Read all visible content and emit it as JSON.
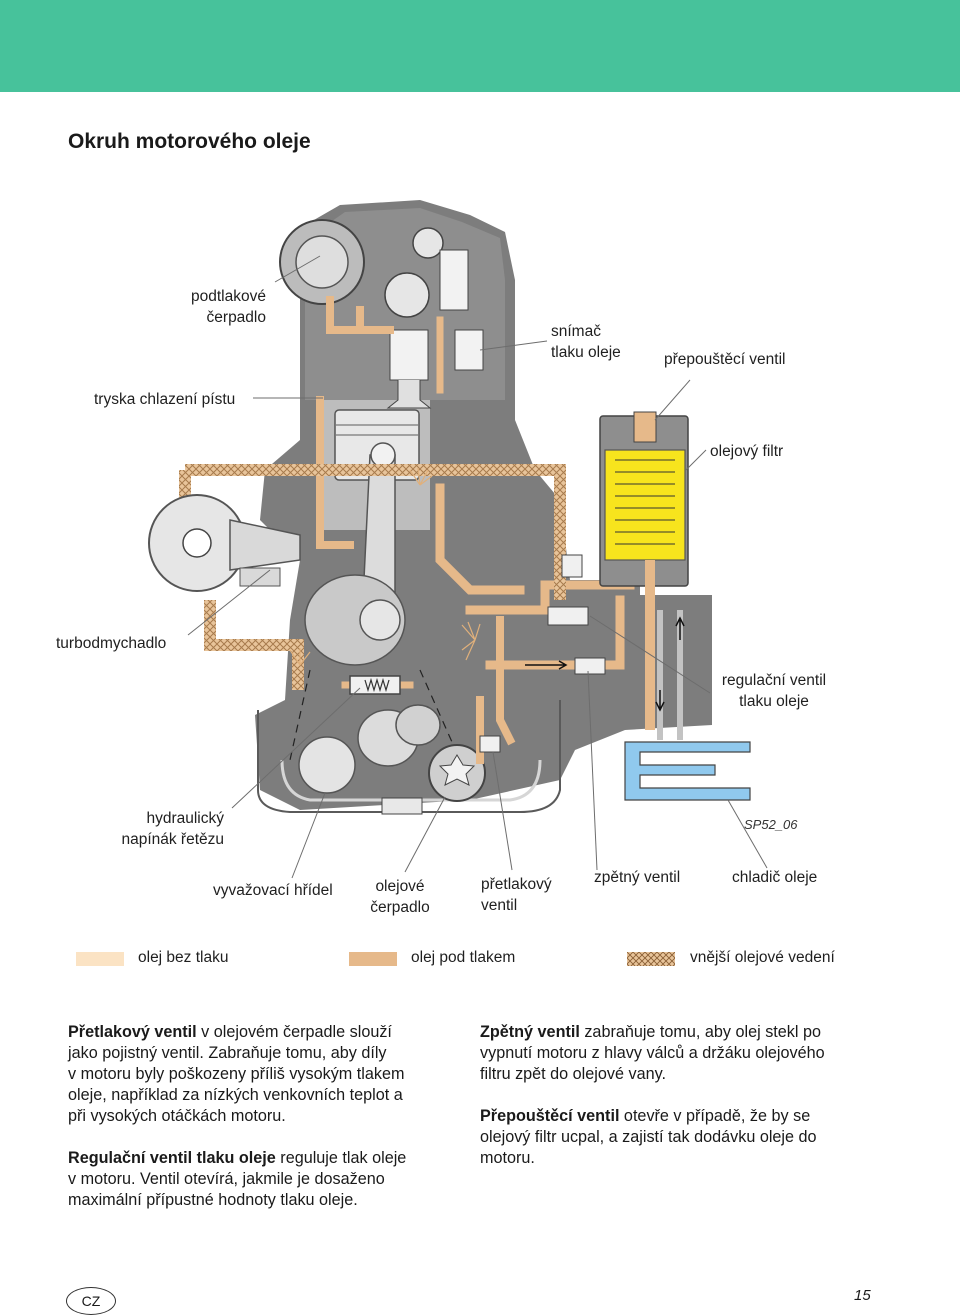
{
  "page": {
    "title": "Okruh motorového oleje",
    "figure_code": "SP52_06",
    "language_badge": "CZ",
    "page_number": "15",
    "accent_color": "#47c29b"
  },
  "labels": {
    "vacuum_pump": [
      "podtlakové",
      "čerpadlo"
    ],
    "oil_pressure_sensor": [
      "snímač",
      "tlaku oleje"
    ],
    "bypass_valve": "přepouštěcí ventil",
    "piston_cooling_jet": "tryska chlazení pístu",
    "oil_filter": "olejový filtr",
    "turbocharger": "turbodmychadlo",
    "oil_pressure_regulator": [
      "regulační ventil",
      "tlaku oleje"
    ],
    "chain_tensioner": [
      "hydraulický",
      "napínák řetězu"
    ],
    "balance_shaft": "vyvažovací hřídel",
    "oil_pump": [
      "olejové",
      "čerpadlo"
    ],
    "pressure_relief_valve": [
      "přetlakový",
      "ventil"
    ],
    "check_valve": "zpětný ventil",
    "oil_cooler": "chladič oleje"
  },
  "legend": {
    "unpressurized": {
      "label": "olej bez tlaku",
      "color": "#fbe3c4"
    },
    "pressurized": {
      "label": "olej pod tlakem",
      "color": "#e6b98a"
    },
    "external_line": {
      "label": "vnější olejové vedení"
    }
  },
  "text": {
    "p1_bold": "Přetlakový ventil",
    "p1_l1": " v olejovém čerpadle slouží",
    "p1_l2": "jako pojistný ventil. Zabraňuje tomu, aby díly",
    "p1_l3": "v motoru byly poškozeny příliš vysokým tlakem",
    "p1_l4": "oleje, například za nízkých venkovních teplot a",
    "p1_l5": "při vysokých otáčkách motoru.",
    "p2_bold": "Regulační ventil tlaku oleje",
    "p2_l1": " reguluje tlak oleje",
    "p2_l2": "v motoru. Ventil otevírá, jakmile je dosaženo",
    "p2_l3": "maximální přípustné hodnoty tlaku oleje.",
    "p3_bold": "Zpětný ventil",
    "p3_l1": " zabraňuje tomu, aby olej stekl po",
    "p3_l2": "vypnutí motoru z hlavy válců a držáku olejového",
    "p3_l3": "filtru zpět do olejové vany.",
    "p4_bold": "Přepouštěcí ventil",
    "p4_l1": " otevře v případě, že by se",
    "p4_l2": "olejový filtr ucpal, a zajistí tak dodávku oleje do",
    "p4_l3": "motoru."
  }
}
